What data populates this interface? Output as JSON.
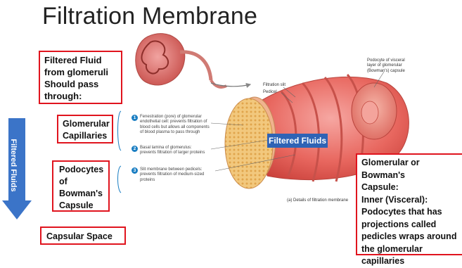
{
  "title": "Filtration Membrane",
  "boxes": {
    "filtered_fluid": [
      "Filtered Fluid",
      "from glomeruli",
      "Should pass",
      "through:"
    ],
    "glomerular_capillaries": [
      "Glomerular",
      "Capillaries"
    ],
    "podocytes": [
      "Podocytes",
      "of",
      "Bowman's",
      "Capsule"
    ],
    "capsular_space": "Capsular Space",
    "bowman_capsule": [
      "Glomerular or Bowman's",
      "Capsule:",
      "Inner (Visceral):",
      "Podocytes that has",
      "projections called",
      "pedicles wraps around",
      "the glomerular",
      "capillaries"
    ]
  },
  "arrow_label": "Filtered Fluids",
  "banner_label": "Filtered Fluids",
  "notes": [
    {
      "num": "1",
      "lines": [
        "Fenestration (pore) of glomerular",
        "endothelial cell: prevents filtration of",
        "blood cells but allows all components",
        "of blood plasma to pass through"
      ]
    },
    {
      "num": "2",
      "lines": [
        "Basal lamina of glomerulus:",
        "prevents filtration of larger proteins"
      ]
    },
    {
      "num": "3",
      "lines": [
        "Slit membrane between pedicels:",
        "prevents filtration of medium-sized",
        "proteins"
      ]
    }
  ],
  "labels": {
    "filtration_slit": "Filtration slit",
    "pedicel": "Pedicel",
    "podocyte": [
      "Podocyte of visceral",
      "layer of glomerular",
      "(Bowman's) capsule"
    ],
    "caption": "(a) Details of filtration membrane"
  },
  "colors": {
    "red_border": "#e0141e",
    "blue_arrow": "#3b74c8",
    "banner": "#2f63b5"
  }
}
